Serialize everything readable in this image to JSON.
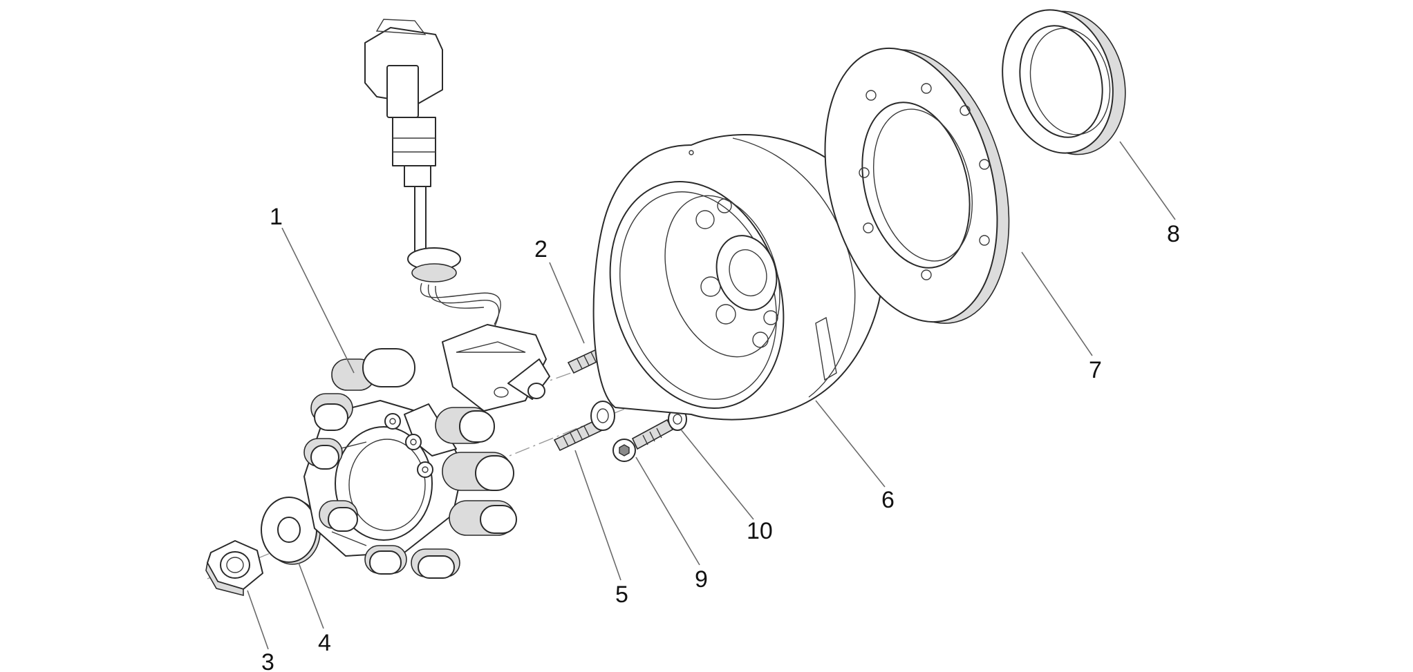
{
  "callouts": [
    {
      "id": "1",
      "label": "1"
    },
    {
      "id": "2",
      "label": "2"
    },
    {
      "id": "3",
      "label": "3"
    },
    {
      "id": "4",
      "label": "4"
    },
    {
      "id": "5",
      "label": "5"
    },
    {
      "id": "6",
      "label": "6"
    },
    {
      "id": "7",
      "label": "7"
    },
    {
      "id": "8",
      "label": "8"
    },
    {
      "id": "9",
      "label": "9"
    },
    {
      "id": "10",
      "label": "10"
    }
  ],
  "colors": {
    "background": "#ffffff",
    "line": "#2a2a2a",
    "leader": "#6a6a6a"
  }
}
